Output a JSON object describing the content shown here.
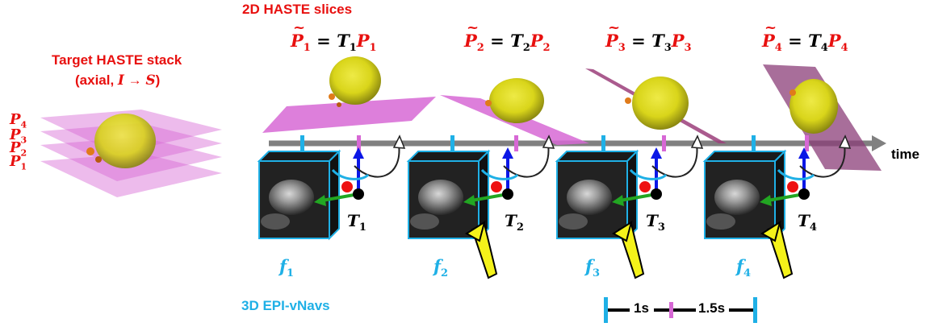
{
  "title_slices": "2D HASTE slices",
  "title_target_line1": "Target HASTE stack",
  "title_target_line2_pre": "(axial, ",
  "title_target_line2_I": "I",
  "title_target_line2_arrow": " → ",
  "title_target_line2_S": "S",
  "title_target_line2_post": ")",
  "title_vnavs": "3D EPI-vNavs",
  "time_label": "time",
  "stack_labels": [
    {
      "letter": "P",
      "sub": "4"
    },
    {
      "letter": "P",
      "sub": "3"
    },
    {
      "letter": "P",
      "sub": "2"
    },
    {
      "letter": "P",
      "sub": "1"
    }
  ],
  "equations": [
    {
      "lhs": "P",
      "lsub": "1",
      "eq": " = ",
      "t": "T",
      "tsub": "1",
      "p": "P",
      "psub": "1"
    },
    {
      "lhs": "P",
      "lsub": "2",
      "eq": " = ",
      "t": "T",
      "tsub": "2",
      "p": "P",
      "psub": "2"
    },
    {
      "lhs": "P",
      "lsub": "3",
      "eq": " = ",
      "t": "T",
      "tsub": "3",
      "p": "P",
      "psub": "3"
    },
    {
      "lhs": "P",
      "lsub": "4",
      "eq": " = ",
      "t": "T",
      "tsub": "4",
      "p": "P",
      "psub": "4"
    }
  ],
  "transforms": [
    {
      "letter": "T",
      "sub": "1"
    },
    {
      "letter": "T",
      "sub": "2"
    },
    {
      "letter": "T",
      "sub": "3"
    },
    {
      "letter": "T",
      "sub": "4"
    }
  ],
  "frames": [
    {
      "letter": "f",
      "sub": "1"
    },
    {
      "letter": "f",
      "sub": "2"
    },
    {
      "letter": "f",
      "sub": "3"
    },
    {
      "letter": "f",
      "sub": "4"
    }
  ],
  "timing": {
    "gap1": "1s",
    "gap2": "1.5s"
  },
  "colors": {
    "red": "#e8100f",
    "vnav_blue": "#1fb0e6",
    "slice_magenta": "#d768d5",
    "brain_yellow": "#d9d51a",
    "axis_gray": "#808080"
  }
}
